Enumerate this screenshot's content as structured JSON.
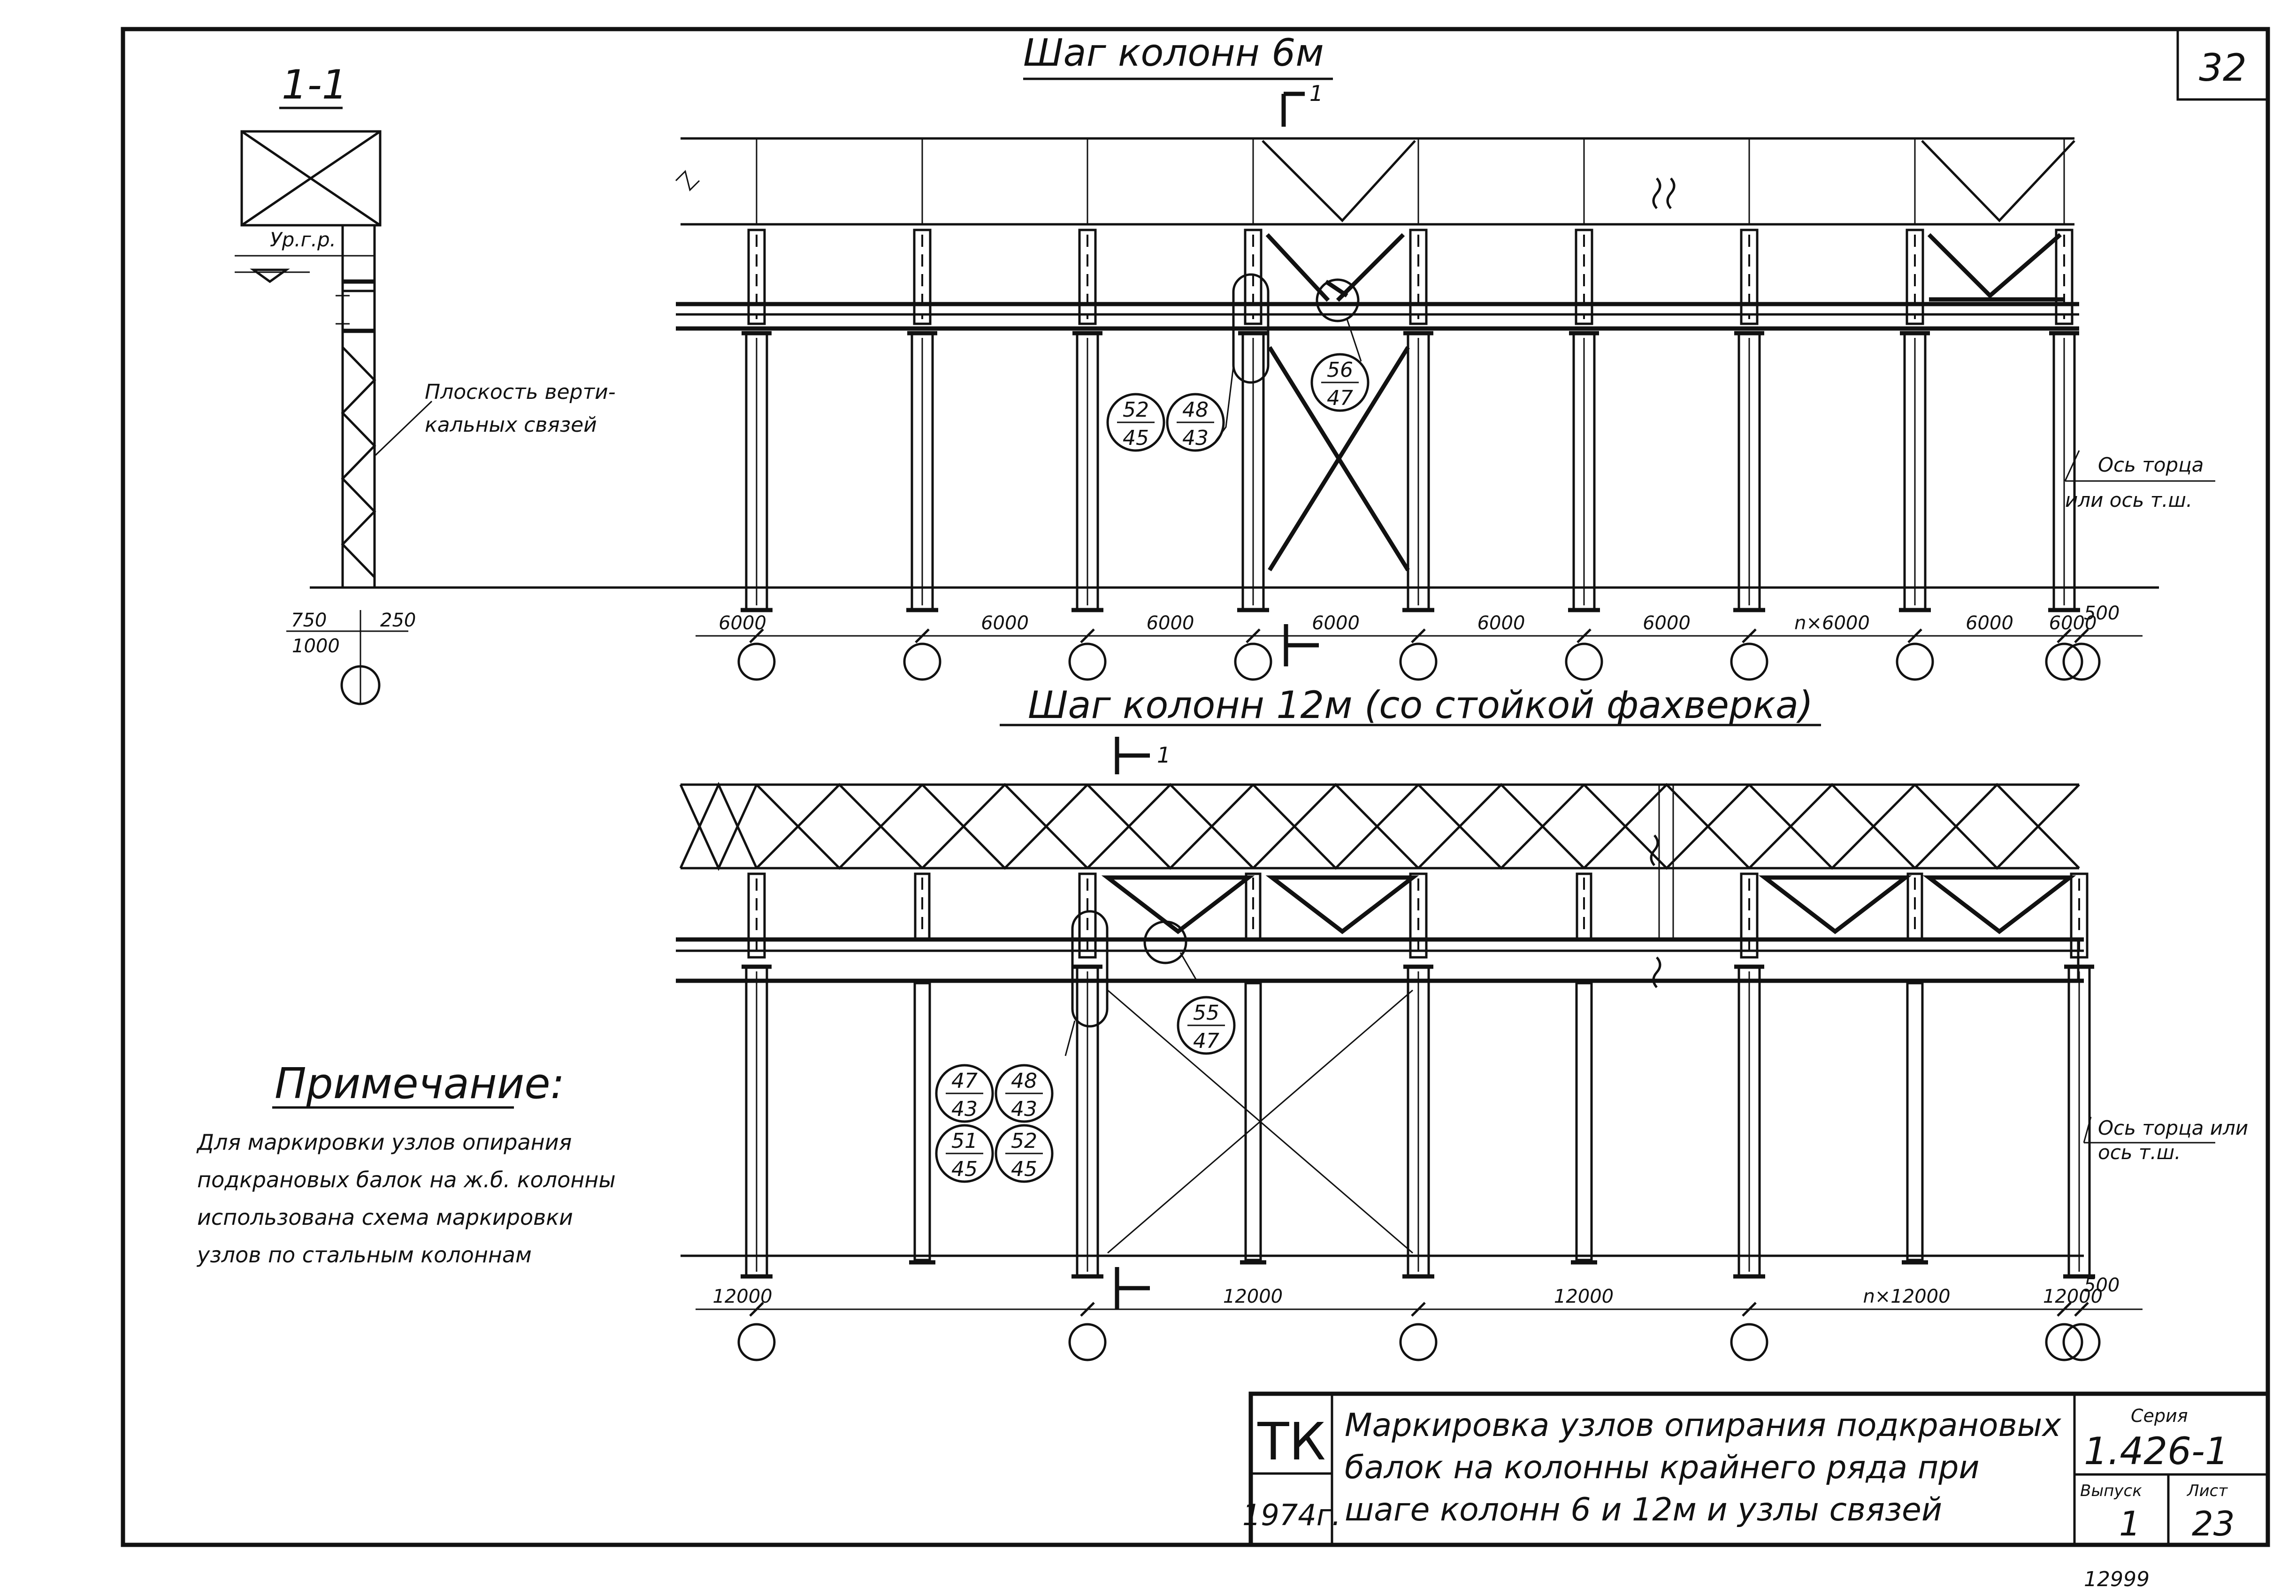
{
  "sheet_number_corner": "32",
  "top_section": {
    "title": "Шаг колонн 6м",
    "section_mark": "1",
    "spans": [
      "6000",
      "6000",
      "6000",
      "6000",
      "6000",
      "6000",
      "n×6000",
      "6000",
      "6000"
    ],
    "end_offset": "500",
    "axis_label": [
      "Ось торца",
      "или ось т.ш."
    ],
    "node_marks": [
      {
        "top": "52",
        "bottom": "45"
      },
      {
        "top": "48",
        "bottom": "43"
      },
      {
        "top": "56",
        "bottom": "47"
      }
    ]
  },
  "bottom_section": {
    "title": "Шаг колонн 12м (со стойкой фахверка)",
    "section_mark": "1",
    "spans": [
      "12000",
      "12000",
      "12000",
      "n×12000",
      "12000"
    ],
    "end_offset": "500",
    "axis_label": [
      "Ось торца или",
      "ось т.ш."
    ],
    "node_marks": [
      {
        "top": "47",
        "bottom": "43"
      },
      {
        "top": "48",
        "bottom": "43"
      },
      {
        "top": "51",
        "bottom": "45"
      },
      {
        "top": "52",
        "bottom": "45"
      },
      {
        "top": "55",
        "bottom": "47"
      }
    ]
  },
  "section_1_1": {
    "title": "1-1",
    "level_label": "Ур.г.р.",
    "callout": [
      "Плоскость верти-",
      "кальных связей"
    ],
    "dim_left": "750",
    "dim_right": "250",
    "dim_total": "1000"
  },
  "note": {
    "title": "Примечание:",
    "lines": [
      "Для маркировки узлов опирания",
      "подкрановых балок на ж.б. колонны",
      "использована схема маркировки",
      "узлов по стальным колоннам"
    ]
  },
  "title_block": {
    "org": "ТК",
    "year": "1974г.",
    "title_lines": [
      "Маркировка узлов опирания подкрановых",
      "балок на колонны крайнего ряда при",
      "шаге колонн 6 и 12м и узлы связей"
    ],
    "series_label": "Серия",
    "series_value": "1.426-1",
    "issue_label": "Выпуск",
    "issue_value": "1",
    "sheet_label": "Лист",
    "sheet_value": "23"
  },
  "inventory_number": "12999"
}
